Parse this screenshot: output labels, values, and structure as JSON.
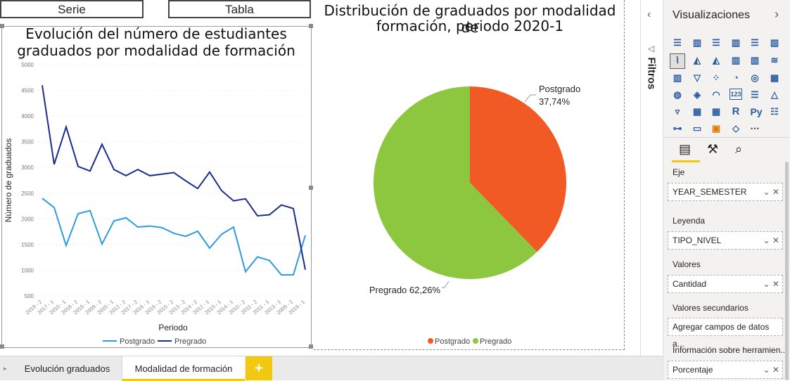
{
  "buttons": {
    "serie": "Serie",
    "tabla": "Tabla"
  },
  "line_chart": {
    "title_line1": "Evolución del número de estudiantes",
    "title_line2": "graduados por modalidad de formación",
    "xlabel": "Periodo",
    "ylabel": "Número de graduados",
    "chart_data": {
      "type": "line",
      "title": "Evolución del número de estudiantes graduados por modalidad de formación",
      "xlabel": "Periodo",
      "ylabel": "Número de graduados",
      "ylim": [
        500,
        5000
      ],
      "yticks": [
        500,
        1000,
        1500,
        2000,
        2500,
        3000,
        3500,
        4000,
        4500,
        5000
      ],
      "categories": [
        "2019 - 2",
        "2017 - 1",
        "2010 - 1",
        "2018 - 2",
        "2018 - 1",
        "2009 - 2",
        "2020 - 1",
        "2012 - 2",
        "2017 - 2",
        "2016 - 1",
        "2016 - 2",
        "2015 - 2",
        "2013 - 2",
        "2014 - 2",
        "2012 - 1",
        "2015 - 1",
        "2014 - 1",
        "2010 - 2",
        "2011 - 2",
        "2011 - 1",
        "2013 - 1",
        "2009 - 2",
        "2019 - 1"
      ],
      "series": [
        {
          "name": "Postgrado",
          "color": "#2f9ae0",
          "values": [
            2400,
            2220,
            1480,
            2100,
            2160,
            1510,
            1960,
            2020,
            1840,
            1860,
            1830,
            1720,
            1660,
            1760,
            1430,
            1700,
            1840,
            970,
            1260,
            1190,
            910,
            910,
            1680
          ]
        },
        {
          "name": "Pregrado",
          "color": "#1a2d8c",
          "values": [
            4600,
            3060,
            3790,
            3020,
            2930,
            3450,
            2960,
            2840,
            2960,
            2840,
            2870,
            2900,
            2740,
            2590,
            2910,
            2550,
            2350,
            2390,
            2060,
            2080,
            2270,
            2200,
            1010
          ]
        }
      ],
      "legend": "bottom"
    }
  },
  "pie_chart": {
    "title_line1": "Distribución de graduados por modalidad de",
    "title_line2": "formación, periodo 2020-1",
    "label_postgrado_name": "Postgrado",
    "label_postgrado_pct": "37,74%",
    "label_pregrado": "Pregrado 62,26%",
    "chart_data": {
      "type": "pie",
      "title": "Distribución de graduados por modalidad de formación, periodo 2020-1",
      "categories": [
        "Postgrado",
        "Pregrado"
      ],
      "values": [
        37.74,
        62.26
      ],
      "colors": [
        "#f15a24",
        "#8dc63f"
      ],
      "legend": "bottom"
    }
  },
  "filters": {
    "label": "Filtros"
  },
  "viz_pane": {
    "title": "Visualizaciones",
    "sections": {
      "eje_label": "Eje",
      "eje_value": "YEAR_SEMESTER",
      "leyenda_label": "Leyenda",
      "leyenda_value": "TIPO_NIVEL",
      "valores_label": "Valores",
      "valores_value": "Cantidad",
      "secundarios_label": "Valores secundarios",
      "secundarios_placeholder": "Agregar campos de datos a...",
      "info_label": "Información sobre herramien...",
      "info_value": "Porcentaje"
    },
    "glyph_r": "R",
    "glyph_py": "Py",
    "more": "⋯"
  },
  "tabs": {
    "tab1": "Evolución graduados",
    "tab2": "Modalidad de formación",
    "add": "+"
  }
}
